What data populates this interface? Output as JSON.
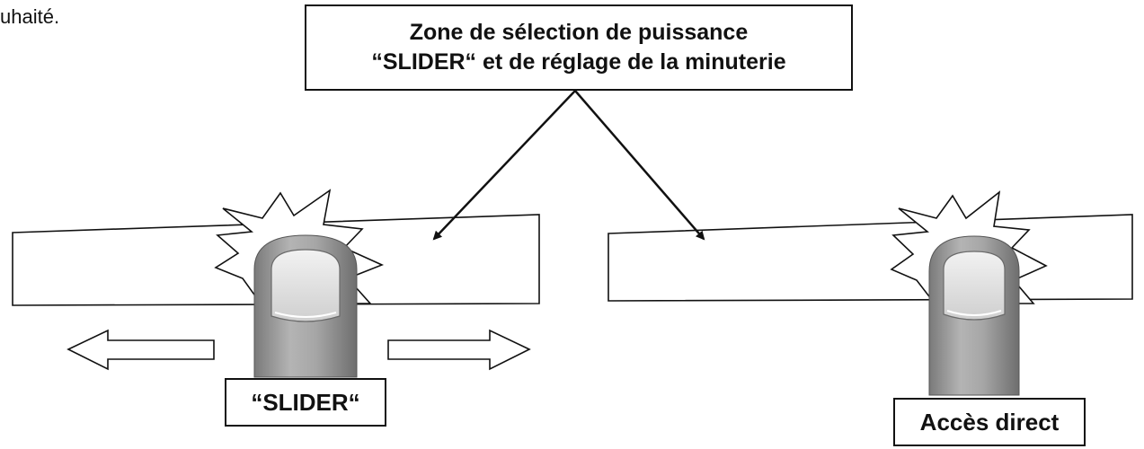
{
  "header_fragment": "uhaité.",
  "callout": {
    "line1": "Zone de sélection de puissance",
    "line2": "“SLIDER“ et de réglage de la minuterie"
  },
  "labels": {
    "slider": "“SLIDER“",
    "direct_access": "Accès direct"
  },
  "icons": {
    "left_finger": "finger-touch-icon",
    "right_finger": "finger-touch-icon",
    "left_burst": "touch-burst-icon",
    "right_burst": "touch-burst-icon",
    "left_arrow": "arrow-left-icon",
    "right_arrow": "arrow-right-icon"
  },
  "colors": {
    "stroke": "#111111",
    "finger": "#9a9a9a",
    "nail": "#e4e4e4"
  }
}
